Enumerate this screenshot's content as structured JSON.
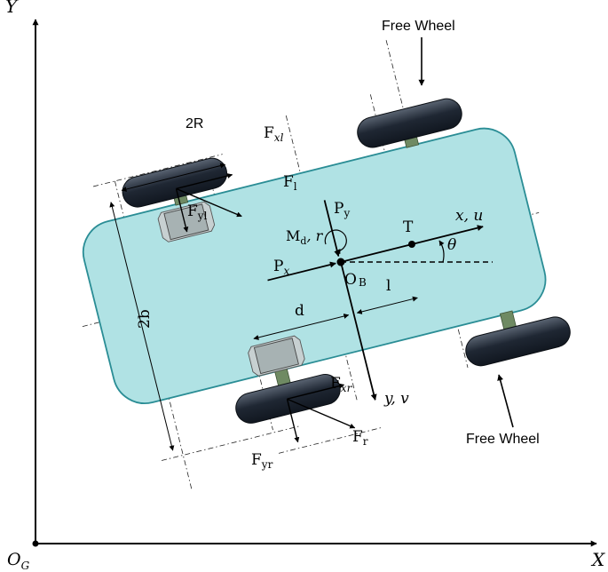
{
  "axes": {
    "x_label": "X",
    "y_label": "Y",
    "origin_label": "O",
    "origin_sub": "G"
  },
  "body": {
    "origin_label": "O",
    "origin_sub": "B",
    "x_axis_label": "x, u",
    "y_axis_label": "y, v",
    "point_T": "T",
    "angle_label": "θ"
  },
  "forces": {
    "px_main": "P",
    "px_sub": "x",
    "py_main": "P",
    "py_sub": "y",
    "md_main": "M",
    "md_sub": "d",
    "md_rest": ", r",
    "fxl_main": "F",
    "fxl_sub": "xl",
    "fl_main": "F",
    "fl_sub": "l",
    "fyl_main": "F",
    "fyl_sub": "yl",
    "fxr_main": "F",
    "fxr_sub": "xr",
    "fr_main": "F",
    "fr_sub": "r",
    "fyr_main": "F",
    "fyr_sub": "yr"
  },
  "dimensions": {
    "wheel_diameter": "2R",
    "track_width": "2b",
    "d_label": "d",
    "l_label": "l"
  },
  "labels": {
    "free_wheel_top": "Free Wheel",
    "free_wheel_bottom": "Free Wheel"
  },
  "colors": {
    "body_fill": "#b0e2e4",
    "body_stroke": "#2a8d95",
    "motor_fill": "#a7b2b3",
    "axle_fill": "#6f8a63",
    "wheel_dark": "#1c2430",
    "wheel_light": "#4b5563"
  }
}
